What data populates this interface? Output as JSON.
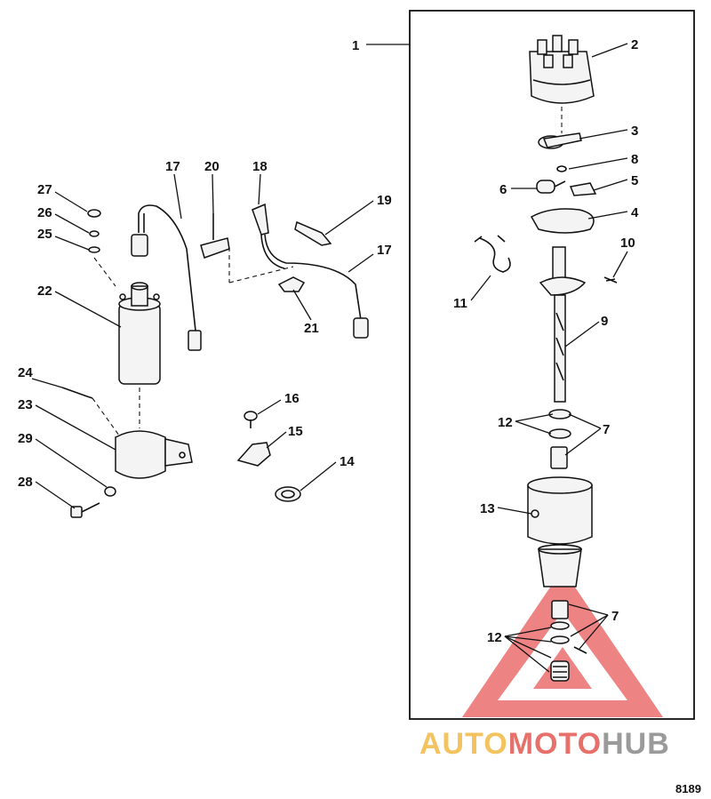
{
  "callouts": {
    "c1": "1",
    "c2": "2",
    "c3": "3",
    "c4": "4",
    "c5": "5",
    "c6": "6",
    "c7a": "7",
    "c7b": "7",
    "c8": "8",
    "c9": "9",
    "c10": "10",
    "c11": "11",
    "c12a": "12",
    "c12b": "12",
    "c13": "13",
    "c14": "14",
    "c15": "15",
    "c16": "16",
    "c17a": "17",
    "c17b": "17",
    "c18": "18",
    "c19": "19",
    "c20": "20",
    "c21": "21",
    "c22": "22",
    "c23": "23",
    "c24": "24",
    "c25": "25",
    "c26": "26",
    "c27": "27",
    "c28": "28",
    "c29": "29"
  },
  "watermark": {
    "part1": "AUTO",
    "part2": "MOTO",
    "part3": "HUB",
    "colors": {
      "auto": "#f2c35e",
      "moto": "#e8706b",
      "hub": "#9a9a9a",
      "triangle": "#e85a5a"
    }
  },
  "figure_number": "8189"
}
